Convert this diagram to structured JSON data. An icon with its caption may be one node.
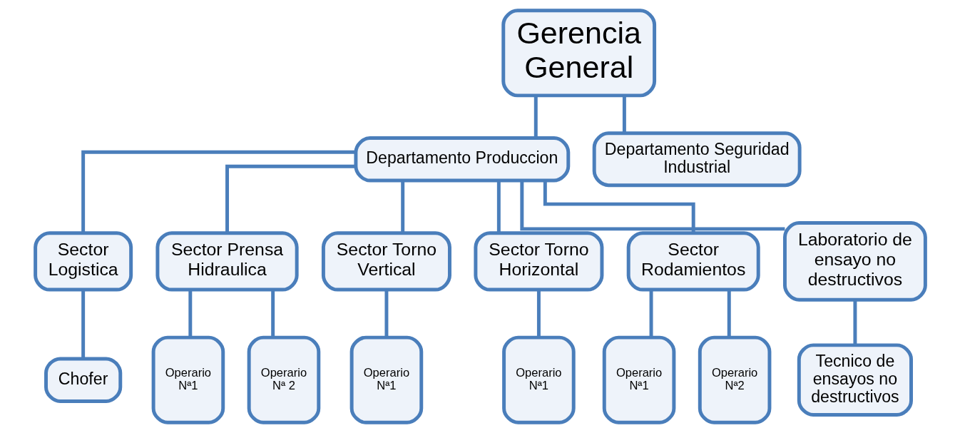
{
  "diagram": {
    "nodes": [
      {
        "text": [
          "Gerencia General"
        ]
      },
      {
        "text": [
          "Departamento Produccion"
        ]
      },
      {
        "text": [
          "Departamento Seguridad Industrial"
        ]
      },
      {
        "text": [
          "Sector Logistica"
        ]
      },
      {
        "text": [
          "Sector Prensa Hidraulica"
        ]
      },
      {
        "text": [
          "Sector Torno Vertical"
        ]
      },
      {
        "text": [
          "Sector Torno Horizontal"
        ]
      },
      {
        "text": [
          "Sector Rodamientos"
        ]
      },
      {
        "text": [
          "Laboratorio de ensayo no destructivos"
        ]
      },
      {
        "text": [
          "Chofer"
        ]
      },
      {
        "text": [
          "Operario Nª1"
        ]
      },
      {
        "text": [
          "Operario Nª 2"
        ]
      },
      {
        "text": [
          "Operario Nª1"
        ]
      },
      {
        "text": [
          "Operario Nª1"
        ]
      },
      {
        "text": [
          "Operario Nª1"
        ]
      },
      {
        "text": [
          "Operario Nª2"
        ]
      },
      {
        "text": [
          "Tecnico de ensayos no destructivos"
        ]
      }
    ],
    "edges": [
      {
        "from": 0,
        "to": 1,
        "arrow": "none"
      },
      {
        "from": 0,
        "to": 2,
        "arrow": "none"
      },
      {
        "from": 1,
        "to": 3,
        "arrow": "none"
      },
      {
        "from": 1,
        "to": 4,
        "arrow": "none"
      },
      {
        "from": 1,
        "to": 5,
        "arrow": "none"
      },
      {
        "from": 1,
        "to": 6,
        "arrow": "none"
      },
      {
        "from": 1,
        "to": 7,
        "arrow": "none"
      },
      {
        "from": 1,
        "to": 8,
        "arrow": "none"
      },
      {
        "from": 3,
        "to": 9,
        "arrow": "none"
      },
      {
        "from": 4,
        "to": 10,
        "arrow": "none"
      },
      {
        "from": 4,
        "to": 11,
        "arrow": "none"
      },
      {
        "from": 5,
        "to": 12,
        "arrow": "none"
      },
      {
        "from": 6,
        "to": 13,
        "arrow": "none"
      },
      {
        "from": 7,
        "to": 14,
        "arrow": "none"
      },
      {
        "from": 7,
        "to": 15,
        "arrow": "none"
      },
      {
        "from": 8,
        "to": 16,
        "arrow": "none"
      }
    ]
  }
}
